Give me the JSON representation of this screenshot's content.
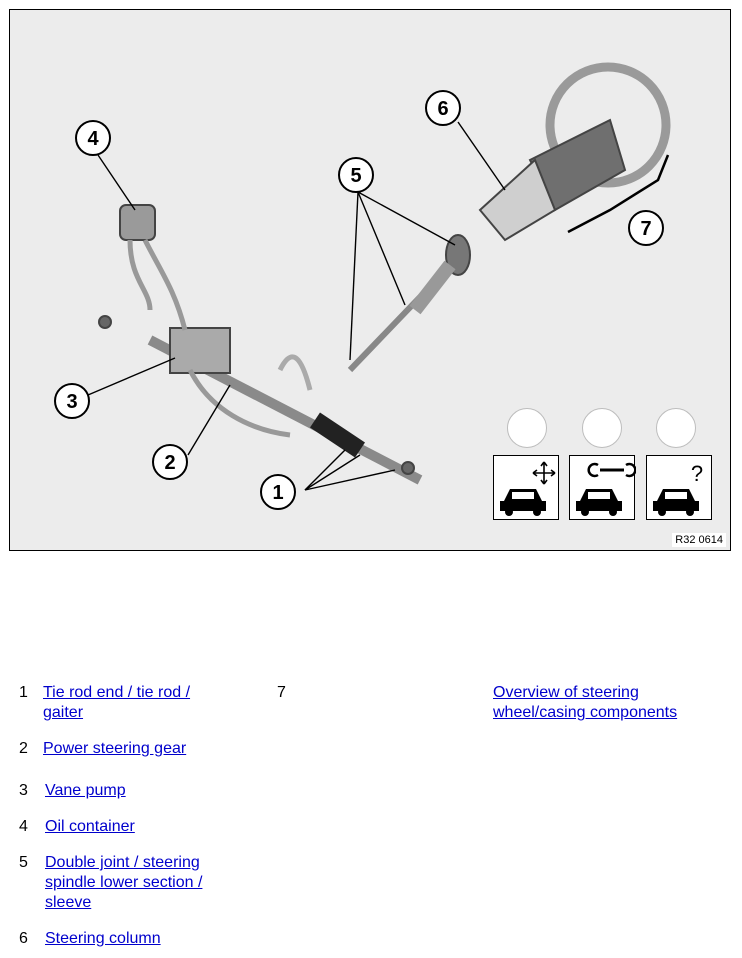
{
  "figure": {
    "ref_code": "R32 0614",
    "callouts": [
      "1",
      "2",
      "3",
      "4",
      "5",
      "6",
      "7"
    ],
    "icons": [
      {
        "name": "car-move-icon"
      },
      {
        "name": "car-wrench-icon"
      },
      {
        "name": "car-question-icon",
        "label": "?"
      }
    ]
  },
  "legend": {
    "items": [
      {
        "num": "1",
        "lines": [
          "Tie rod end / tie rod /",
          "gaiter"
        ]
      },
      {
        "num": "2",
        "lines": [
          "Power steering gear"
        ]
      },
      {
        "num": "3",
        "lines": [
          "Vane pump"
        ]
      },
      {
        "num": "4",
        "lines": [
          "Oil container"
        ]
      },
      {
        "num": "5",
        "lines": [
          "Double joint / steering",
          "spindle lower section /",
          "sleeve"
        ]
      },
      {
        "num": "6",
        "lines": [
          "Steering column"
        ]
      },
      {
        "num": "7",
        "lines": [
          "Overview of steering",
          "wheel/casing components"
        ]
      }
    ]
  }
}
